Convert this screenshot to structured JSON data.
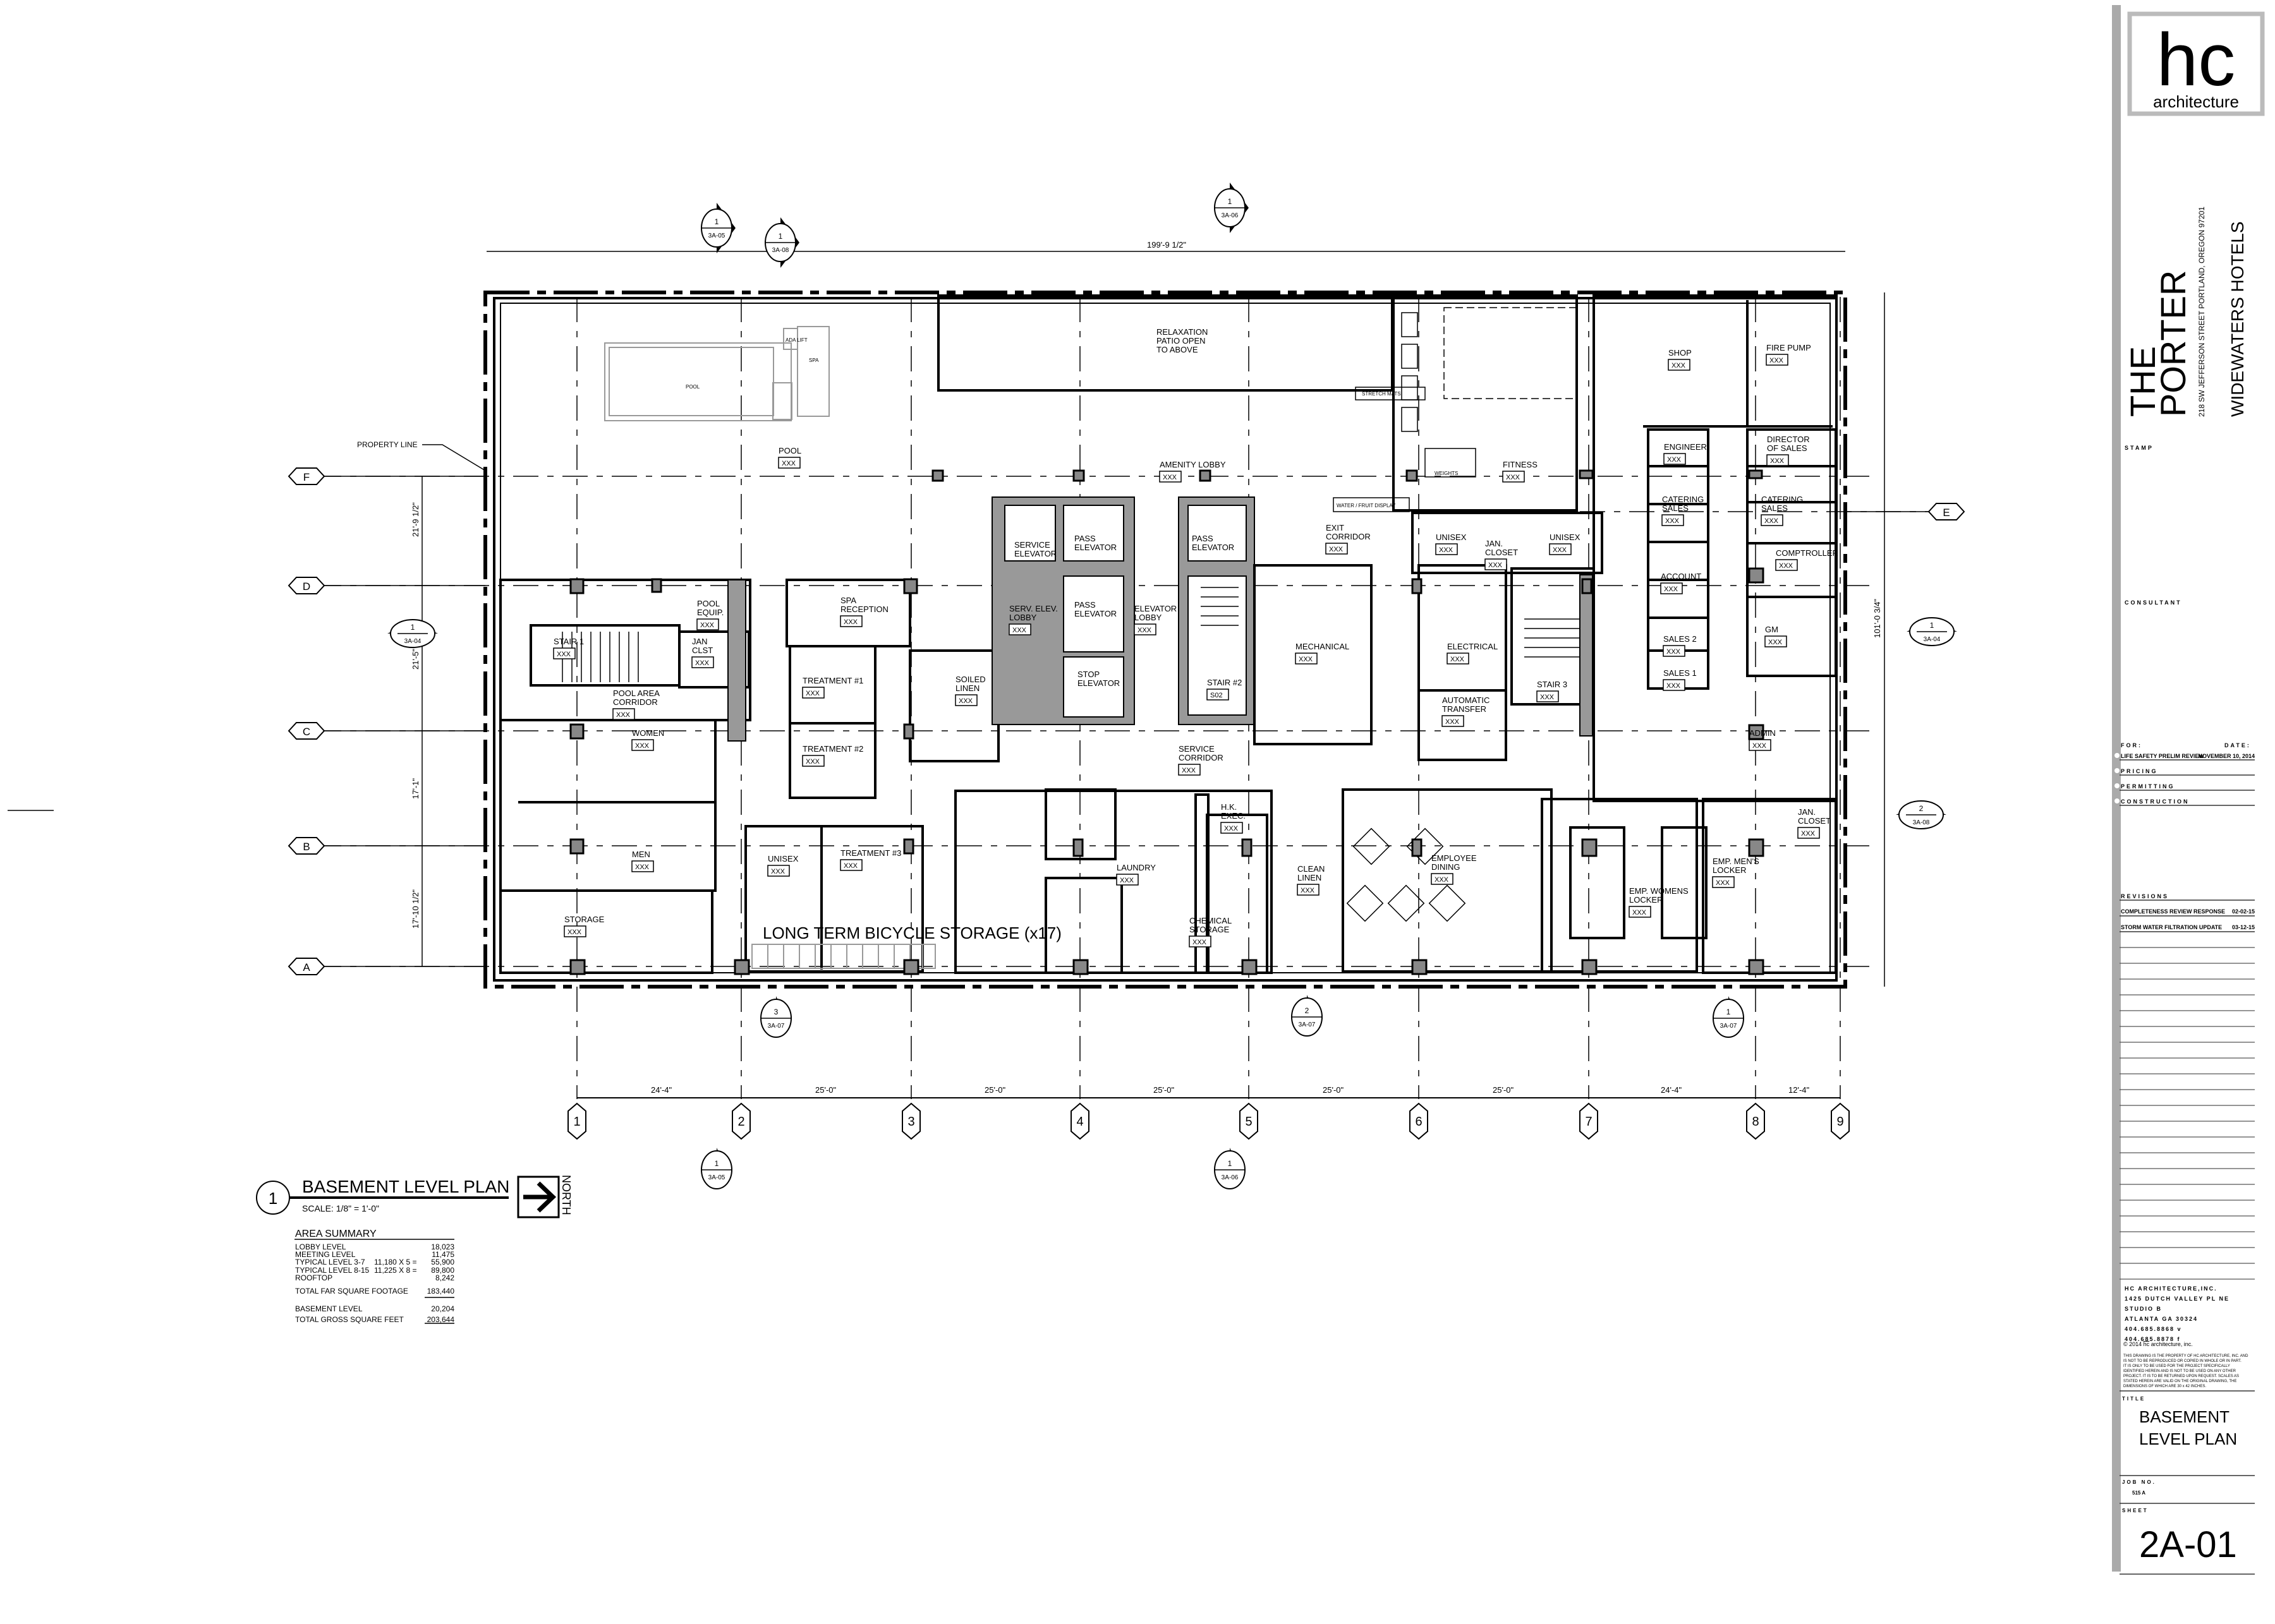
{
  "title_block": {
    "logo_letters": "hc",
    "logo_word": "architecture",
    "project_name_line1": "THE",
    "project_name_line2": "PORTER",
    "project_address": "218 SW JEFFERSON STREET PORTLAND, OREGON  97201",
    "client": "WIDEWATERS HOTELS",
    "stamp_label": "STAMP",
    "consultant_label": "CONSULTANT",
    "for_label": "FOR:",
    "date_label": "DATE:",
    "issues": [
      {
        "label": "LIFE SAFETY PRELIM REVIEW",
        "date": "NOVEMBER 10, 2014"
      },
      {
        "label": "PRICING",
        "date": ""
      },
      {
        "label": "PERMITTING",
        "date": ""
      },
      {
        "label": "CONSTRUCTION",
        "date": ""
      }
    ],
    "revisions_label": "REVISIONS",
    "revisions": [
      {
        "label": "COMPLETENESS REVIEW RESPONSE",
        "date": "02-02-15"
      },
      {
        "label": "STORM WATER FILTRATION UPDATE",
        "date": "03-12-15"
      }
    ],
    "firm_address": [
      "HC ARCHITECTURE,INC.",
      "1425 DUTCH VALLEY PL NE",
      "STUDIO B",
      "ATLANTA GA 30324",
      "404.685.8868 v",
      "404.685.8878 f"
    ],
    "copyright": "© 2014",
    "copyright_logo": "hc",
    "copyright_suffix": "architecture, inc.",
    "disclaimer": [
      "THIS DRAWING IS THE PROPERTY OF HC ARCHITECTURE, INC. AND",
      "IS NOT TO BE REPRODUCED OR COPIED IN WHOLE OR IN PART.",
      "IT IS ONLY TO BE USED FOR THE PROJECT SPECIFICALLY",
      "IDENTIFIED HEREIN AND IS NOT TO BE USED ON ANY OTHER",
      "PROJECT. IT IS TO BE RETURNED UPON REQUEST. SCALES AS",
      "STATED HEREIN ARE VALID ON THE ORIGINAL DRAWING, THE",
      "DIMENSIONS OF WHICH ARE 30 x 42 INCHES."
    ],
    "title_label": "TITLE",
    "title_line1": "BASEMENT",
    "title_line2": "LEVEL PLAN",
    "job_label": "JOB NO.",
    "job_no": "515 A",
    "sheet_label": "SHEET",
    "sheet_no": "2A-01"
  },
  "plan": {
    "number": "1",
    "title": "BASEMENT LEVEL PLAN",
    "scale": "SCALE: 1/8\" = 1'-0\"",
    "north_label": "NORTH",
    "property_line": "PROPERTY LINE",
    "overall_width": "199'-9 1/2\"",
    "overall_depth": "101'-0 3/4\"",
    "row_dims": [
      "21'-9 1/2\"",
      "21'-5\"",
      "17'-1\"",
      "17'-10 1/2\""
    ],
    "col_dims": [
      "24'-4\"",
      "25'-0\"",
      "25'-0\"",
      "25'-0\"",
      "25'-0\"",
      "25'-0\"",
      "24'-4\"",
      "12'-4\""
    ],
    "grid_cols": [
      "1",
      "2",
      "3",
      "4",
      "5",
      "6",
      "7",
      "8",
      "9"
    ],
    "grid_rows": [
      "F",
      "E",
      "D",
      "C",
      "B",
      "A"
    ],
    "bicycle_note": "LONG TERM BICYCLE STORAGE (x17)",
    "small_notes": [
      "ADA LIFT",
      "SPA",
      "POOL",
      "STRETCH MATS",
      "WATER / FRUIT DISPLAY",
      "WEIGHTS"
    ],
    "sections": [
      {
        "num": "1",
        "sheet": "3A-05"
      },
      {
        "num": "1",
        "sheet": "3A-08"
      },
      {
        "num": "1",
        "sheet": "3A-06"
      },
      {
        "num": "1",
        "sheet": "3A-04"
      },
      {
        "num": "1",
        "sheet": "3A-04"
      },
      {
        "num": "2",
        "sheet": "3A-08"
      },
      {
        "num": "3",
        "sheet": "3A-07"
      },
      {
        "num": "2",
        "sheet": "3A-07"
      },
      {
        "num": "1",
        "sheet": "3A-07"
      },
      {
        "num": "1",
        "sheet": "3A-05"
      },
      {
        "num": "1",
        "sheet": "3A-06"
      }
    ],
    "rooms": [
      {
        "lines": [
          "POOL"
        ],
        "tag": "XXX"
      },
      {
        "lines": [
          "RELAXATION",
          "PATIO OPEN",
          "TO ABOVE"
        ],
        "tag": ""
      },
      {
        "lines": [
          "AMENITY LOBBY"
        ],
        "tag": "XXX"
      },
      {
        "lines": [
          "FITNESS"
        ],
        "tag": "XXX"
      },
      {
        "lines": [
          "SHOP"
        ],
        "tag": "XXX"
      },
      {
        "lines": [
          "FIRE PUMP"
        ],
        "tag": "XXX"
      },
      {
        "lines": [
          "ENGINEER"
        ],
        "tag": "XXX"
      },
      {
        "lines": [
          "DIRECTOR",
          "OF SALES"
        ],
        "tag": "XXX"
      },
      {
        "lines": [
          "CATERING",
          "SALES"
        ],
        "tag": "XXX"
      },
      {
        "lines": [
          "CATERING",
          "SALES"
        ],
        "tag": "XXX"
      },
      {
        "lines": [
          "ACCOUNT"
        ],
        "tag": "XXX"
      },
      {
        "lines": [
          "COMPTROLLER"
        ],
        "tag": "XXX"
      },
      {
        "lines": [
          "SALES 2"
        ],
        "tag": "XXX"
      },
      {
        "lines": [
          "GM"
        ],
        "tag": "XXX"
      },
      {
        "lines": [
          "SALES 1"
        ],
        "tag": "XXX"
      },
      {
        "lines": [
          "ADMIN"
        ],
        "tag": "XXX"
      },
      {
        "lines": [
          "JAN.",
          "CLOSET"
        ],
        "tag": "XXX"
      },
      {
        "lines": [
          "EMP. MEN'S",
          "LOCKER"
        ],
        "tag": "XXX"
      },
      {
        "lines": [
          "EMP. WOMENS",
          "LOCKER"
        ],
        "tag": "XXX"
      },
      {
        "lines": [
          "EMPLOYEE",
          "DINING"
        ],
        "tag": "XXX"
      },
      {
        "lines": [
          "CLEAN",
          "LINEN"
        ],
        "tag": "XXX"
      },
      {
        "lines": [
          "CHEMICAL",
          "STORAGE"
        ],
        "tag": "XXX"
      },
      {
        "lines": [
          "LAUNDRY"
        ],
        "tag": "XXX"
      },
      {
        "lines": [
          "H.K.",
          "EXEC."
        ],
        "tag": "XXX"
      },
      {
        "lines": [
          "SERVICE",
          "CORRIDOR"
        ],
        "tag": "XXX"
      },
      {
        "lines": [
          "MECHANICAL"
        ],
        "tag": "XXX"
      },
      {
        "lines": [
          "ELECTRICAL"
        ],
        "tag": "XXX"
      },
      {
        "lines": [
          "AUTOMATIC",
          "TRANSFER"
        ],
        "tag": "XXX"
      },
      {
        "lines": [
          "STAIR 3"
        ],
        "tag": "XXX"
      },
      {
        "lines": [
          "EXIT",
          "CORRIDOR"
        ],
        "tag": "XXX"
      },
      {
        "lines": [
          "UNISEX"
        ],
        "tag": "XXX"
      },
      {
        "lines": [
          "JAN.",
          "CLOSET"
        ],
        "tag": "XXX"
      },
      {
        "lines": [
          "UNISEX"
        ],
        "tag": "XXX"
      },
      {
        "lines": [
          "SERVICE",
          "ELEVATOR"
        ],
        "tag": ""
      },
      {
        "lines": [
          "PASS",
          "ELEVATOR"
        ],
        "tag": ""
      },
      {
        "lines": [
          "PASS",
          "ELEVATOR"
        ],
        "tag": ""
      },
      {
        "lines": [
          "SERV. ELEV.",
          "LOBBY"
        ],
        "tag": "XXX"
      },
      {
        "lines": [
          "PASS",
          "ELEVATOR"
        ],
        "tag": ""
      },
      {
        "lines": [
          "ELEVATOR",
          "LOBBY"
        ],
        "tag": "XXX"
      },
      {
        "lines": [
          "STOP",
          "ELEVATOR"
        ],
        "tag": ""
      },
      {
        "lines": [
          "STAIR #2"
        ],
        "tag": "S02"
      },
      {
        "lines": [
          "SOILED",
          "LINEN"
        ],
        "tag": "XXX"
      },
      {
        "lines": [
          "SPA",
          "RECEPTION"
        ],
        "tag": "XXX"
      },
      {
        "lines": [
          "TREATMENT #1"
        ],
        "tag": "XXX"
      },
      {
        "lines": [
          "TREATMENT #2"
        ],
        "tag": "XXX"
      },
      {
        "lines": [
          "TREATMENT #3"
        ],
        "tag": "XXX"
      },
      {
        "lines": [
          "UNISEX"
        ],
        "tag": "XXX"
      },
      {
        "lines": [
          "POOL",
          "EQUIP."
        ],
        "tag": "XXX"
      },
      {
        "lines": [
          "JAN",
          "CLST"
        ],
        "tag": "XXX"
      },
      {
        "lines": [
          "STAIR 1"
        ],
        "tag": "XXX"
      },
      {
        "lines": [
          "POOL AREA",
          "CORRIDOR"
        ],
        "tag": "XXX"
      },
      {
        "lines": [
          "WOMEN"
        ],
        "tag": "XXX"
      },
      {
        "lines": [
          "MEN"
        ],
        "tag": "XXX"
      },
      {
        "lines": [
          "STORAGE"
        ],
        "tag": "XXX"
      }
    ]
  },
  "area_summary": {
    "title": "AREA SUMMARY",
    "rows": [
      {
        "label": "LOBBY LEVEL",
        "calc": "",
        "value": "18,023"
      },
      {
        "label": "MEETING LEVEL",
        "calc": "",
        "value": "11,475"
      },
      {
        "label": "TYPICAL LEVEL 3-7",
        "calc": "11,180  X 5  =",
        "value": "55,900"
      },
      {
        "label": "TYPICAL LEVEL 8-15",
        "calc": "11,225  X 8  =",
        "value": "89,800"
      },
      {
        "label": "ROOFTOP",
        "calc": "",
        "value": "8,242"
      },
      {
        "label": "TOTAL FAR SQUARE FOOTAGE",
        "calc": "",
        "value": "183,440"
      },
      {
        "label": "BASEMENT LEVEL",
        "calc": "",
        "value": "20,204"
      },
      {
        "label": "TOTAL GROSS SQUARE FEET",
        "calc": "",
        "value": "203,644"
      }
    ]
  }
}
